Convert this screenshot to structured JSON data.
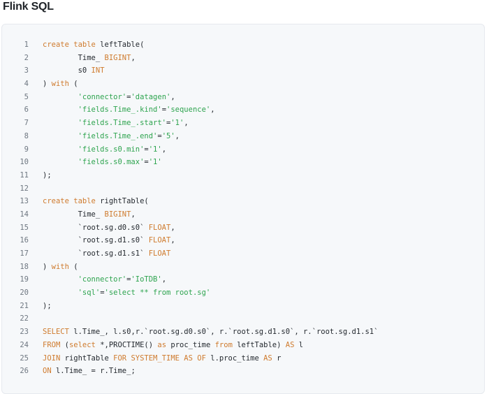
{
  "heading": "Flink SQL",
  "colors": {
    "keyword": "#cf7b2e",
    "string": "#2ea44f",
    "text": "#24292f",
    "line_number": "#6e7781",
    "block_background": "#f6f8fa"
  },
  "lines": [
    {
      "n": "1",
      "tokens": [
        {
          "t": "create table",
          "c": "kw"
        },
        {
          "t": " leftTable(",
          "c": ""
        }
      ]
    },
    {
      "n": "2",
      "tokens": [
        {
          "t": "        Time_ ",
          "c": ""
        },
        {
          "t": "BIGINT",
          "c": "kw"
        },
        {
          "t": ",",
          "c": ""
        }
      ]
    },
    {
      "n": "3",
      "tokens": [
        {
          "t": "        s0 ",
          "c": ""
        },
        {
          "t": "INT",
          "c": "kw"
        }
      ]
    },
    {
      "n": "4",
      "tokens": [
        {
          "t": ") ",
          "c": ""
        },
        {
          "t": "with",
          "c": "kw"
        },
        {
          "t": " (",
          "c": ""
        }
      ]
    },
    {
      "n": "5",
      "tokens": [
        {
          "t": "        ",
          "c": ""
        },
        {
          "t": "'connector'",
          "c": "str"
        },
        {
          "t": "=",
          "c": ""
        },
        {
          "t": "'datagen'",
          "c": "str"
        },
        {
          "t": ",",
          "c": ""
        }
      ]
    },
    {
      "n": "6",
      "tokens": [
        {
          "t": "        ",
          "c": ""
        },
        {
          "t": "'fields.Time_.kind'",
          "c": "str"
        },
        {
          "t": "=",
          "c": ""
        },
        {
          "t": "'sequence'",
          "c": "str"
        },
        {
          "t": ",",
          "c": ""
        }
      ]
    },
    {
      "n": "7",
      "tokens": [
        {
          "t": "        ",
          "c": ""
        },
        {
          "t": "'fields.Time_.start'",
          "c": "str"
        },
        {
          "t": "=",
          "c": ""
        },
        {
          "t": "'1'",
          "c": "str"
        },
        {
          "t": ",",
          "c": ""
        }
      ]
    },
    {
      "n": "8",
      "tokens": [
        {
          "t": "        ",
          "c": ""
        },
        {
          "t": "'fields.Time_.end'",
          "c": "str"
        },
        {
          "t": "=",
          "c": ""
        },
        {
          "t": "'5'",
          "c": "str"
        },
        {
          "t": ",",
          "c": ""
        }
      ]
    },
    {
      "n": "9",
      "tokens": [
        {
          "t": "        ",
          "c": ""
        },
        {
          "t": "'fields.s0.min'",
          "c": "str"
        },
        {
          "t": "=",
          "c": ""
        },
        {
          "t": "'1'",
          "c": "str"
        },
        {
          "t": ",",
          "c": ""
        }
      ]
    },
    {
      "n": "10",
      "tokens": [
        {
          "t": "        ",
          "c": ""
        },
        {
          "t": "'fields.s0.max'",
          "c": "str"
        },
        {
          "t": "=",
          "c": ""
        },
        {
          "t": "'1'",
          "c": "str"
        }
      ]
    },
    {
      "n": "11",
      "tokens": [
        {
          "t": ");",
          "c": ""
        }
      ]
    },
    {
      "n": "12",
      "tokens": []
    },
    {
      "n": "13",
      "tokens": [
        {
          "t": "create table",
          "c": "kw"
        },
        {
          "t": " rightTable(",
          "c": ""
        }
      ]
    },
    {
      "n": "14",
      "tokens": [
        {
          "t": "        Time_ ",
          "c": ""
        },
        {
          "t": "BIGINT",
          "c": "kw"
        },
        {
          "t": ",",
          "c": ""
        }
      ]
    },
    {
      "n": "15",
      "tokens": [
        {
          "t": "        `root.sg.d0.s0` ",
          "c": ""
        },
        {
          "t": "FLOAT",
          "c": "kw"
        },
        {
          "t": ",",
          "c": ""
        }
      ]
    },
    {
      "n": "16",
      "tokens": [
        {
          "t": "        `root.sg.d1.s0` ",
          "c": ""
        },
        {
          "t": "FLOAT",
          "c": "kw"
        },
        {
          "t": ",",
          "c": ""
        }
      ]
    },
    {
      "n": "17",
      "tokens": [
        {
          "t": "        `root.sg.d1.s1` ",
          "c": ""
        },
        {
          "t": "FLOAT",
          "c": "kw"
        }
      ]
    },
    {
      "n": "18",
      "tokens": [
        {
          "t": ") ",
          "c": ""
        },
        {
          "t": "with",
          "c": "kw"
        },
        {
          "t": " (",
          "c": ""
        }
      ]
    },
    {
      "n": "19",
      "tokens": [
        {
          "t": "        ",
          "c": ""
        },
        {
          "t": "'connector'",
          "c": "str"
        },
        {
          "t": "=",
          "c": ""
        },
        {
          "t": "'IoTDB'",
          "c": "str"
        },
        {
          "t": ",",
          "c": ""
        }
      ]
    },
    {
      "n": "20",
      "tokens": [
        {
          "t": "        ",
          "c": ""
        },
        {
          "t": "'sql'",
          "c": "str"
        },
        {
          "t": "=",
          "c": ""
        },
        {
          "t": "'select ** from root.sg'",
          "c": "str"
        }
      ]
    },
    {
      "n": "21",
      "tokens": [
        {
          "t": ");",
          "c": ""
        }
      ]
    },
    {
      "n": "22",
      "tokens": []
    },
    {
      "n": "23",
      "tokens": [
        {
          "t": "SELECT",
          "c": "kw"
        },
        {
          "t": " l.Time_, l.s0,r.`root.sg.d0.s0`, r.`root.sg.d1.s0`, r.`root.sg.d1.s1`",
          "c": ""
        }
      ]
    },
    {
      "n": "24",
      "tokens": [
        {
          "t": "FROM",
          "c": "kw"
        },
        {
          "t": " (",
          "c": ""
        },
        {
          "t": "select",
          "c": "kw"
        },
        {
          "t": " *,PROCTIME() ",
          "c": ""
        },
        {
          "t": "as",
          "c": "kw"
        },
        {
          "t": " proc_time ",
          "c": ""
        },
        {
          "t": "from",
          "c": "kw"
        },
        {
          "t": " leftTable) ",
          "c": ""
        },
        {
          "t": "AS",
          "c": "kw"
        },
        {
          "t": " l",
          "c": ""
        }
      ]
    },
    {
      "n": "25",
      "tokens": [
        {
          "t": "JOIN",
          "c": "kw"
        },
        {
          "t": " rightTable ",
          "c": ""
        },
        {
          "t": "FOR SYSTEM_TIME AS OF",
          "c": "kw"
        },
        {
          "t": " l.proc_time ",
          "c": ""
        },
        {
          "t": "AS",
          "c": "kw"
        },
        {
          "t": " r",
          "c": ""
        }
      ]
    },
    {
      "n": "26",
      "tokens": [
        {
          "t": "ON",
          "c": "kw"
        },
        {
          "t": " l.Time_ = r.Time_;",
          "c": ""
        }
      ]
    }
  ]
}
